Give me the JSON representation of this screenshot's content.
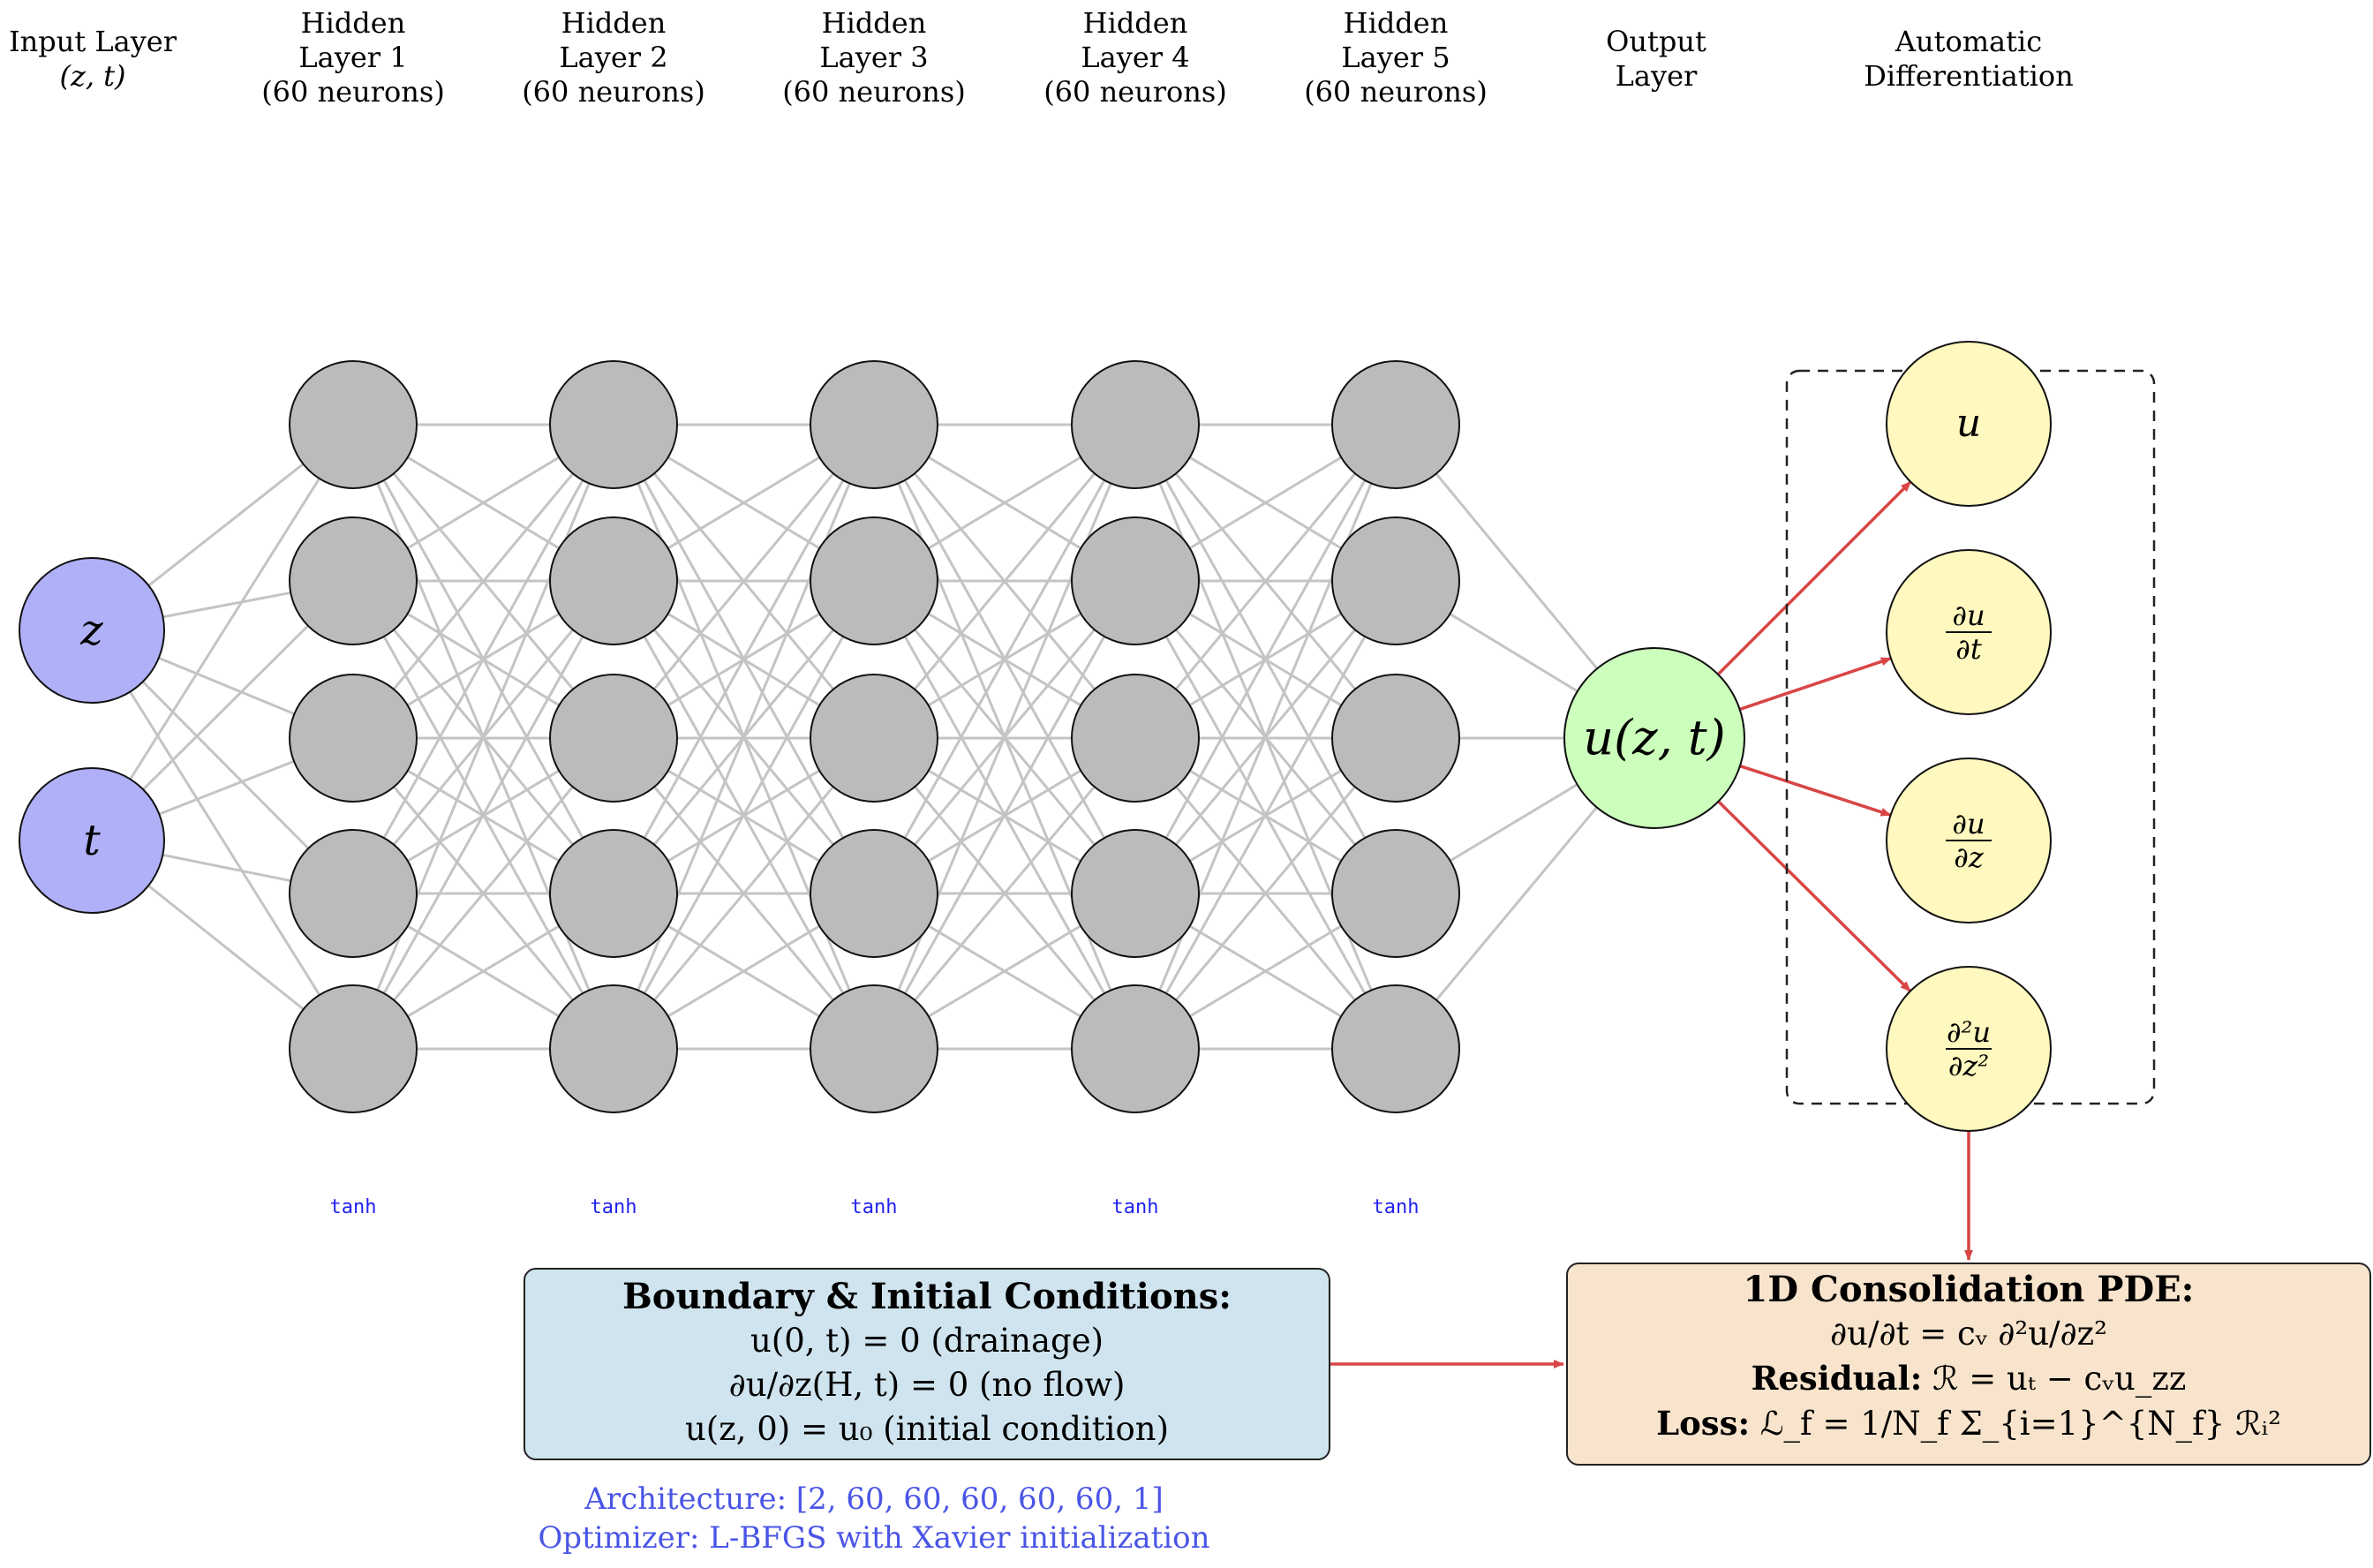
{
  "layers": {
    "input": {
      "line1": "Input Layer",
      "line2": "(z, t)"
    },
    "hidden": [
      {
        "line1": "Hidden",
        "line2": "Layer 1",
        "line3": "(60 neurons)"
      },
      {
        "line1": "Hidden",
        "line2": "Layer 2",
        "line3": "(60 neurons)"
      },
      {
        "line1": "Hidden",
        "line2": "Layer 3",
        "line3": "(60 neurons)"
      },
      {
        "line1": "Hidden",
        "line2": "Layer 4",
        "line3": "(60 neurons)"
      },
      {
        "line1": "Hidden",
        "line2": "Layer 5",
        "line3": "(60 neurons)"
      }
    ],
    "output": {
      "line1": "Output",
      "line2": "Layer"
    },
    "autodiff": {
      "line1": "Automatic",
      "line2": "Differentiation"
    }
  },
  "inputs": [
    "z",
    "t"
  ],
  "activation": "tanh",
  "output_node": "u(z, t)",
  "derivatives": [
    "u",
    "∂u/∂t",
    "∂u/∂z",
    "∂²u/∂z²"
  ],
  "colors": {
    "input_fill": "#b0b0f8",
    "hidden_fill": "#bbbbbb",
    "output_fill": "#ccffbb",
    "deriv_fill": "#fff8bf",
    "edge": "#c4c4c4",
    "arrow": "#d94545",
    "bc_box_fill": "#cfe4ee",
    "pde_box_fill": "#f8e4cc",
    "footer_text": "#4a55e6",
    "activation_text": "#2222ee"
  },
  "bc_box": {
    "title": "Boundary & Initial Conditions:",
    "line1": "u(0, t) = 0 (drainage)",
    "line2": "∂u/∂z(H, t) = 0 (no flow)",
    "line3": "u(z, 0) = u₀ (initial condition)"
  },
  "pde_box": {
    "title": "1D Consolidation PDE:",
    "equation": "∂u/∂t = cᵥ ∂²u/∂z²",
    "residual_label": "Residual:",
    "residual": "ℛ = uₜ − cᵥu_zz",
    "loss_label": "Loss:",
    "loss": "ℒ_f = 1/N_f Σ_{i=1}^{N_f} ℛᵢ²"
  },
  "footer": {
    "architecture": "Architecture: [2, 60, 60, 60, 60, 60, 1]",
    "optimizer": "Optimizer: L-BFGS with Xavier initialization"
  }
}
